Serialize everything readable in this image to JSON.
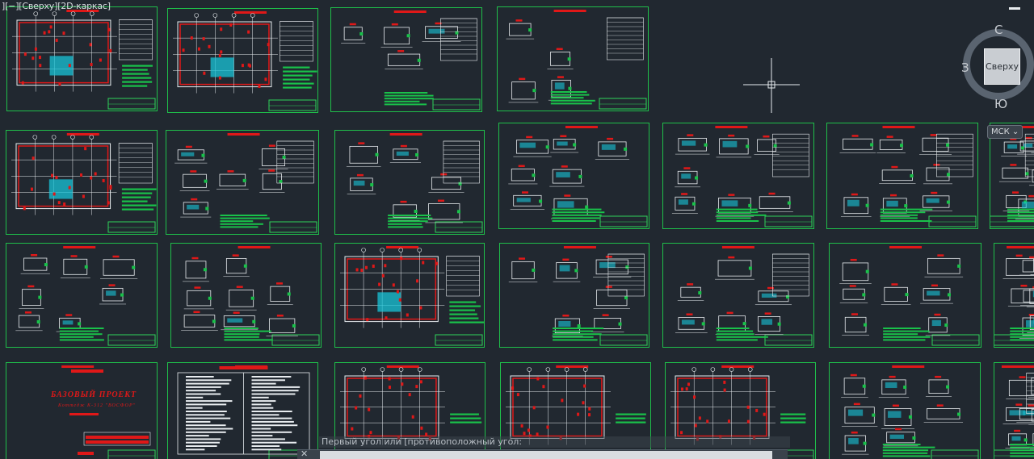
{
  "viewport": {
    "label": "][−][Сверху][2D-каркас]"
  },
  "navcube": {
    "face": "Сверху",
    "north": "С",
    "south": "Ю",
    "west": "З"
  },
  "wcs": {
    "label": "МСК",
    "caret": "⌄"
  },
  "command": {
    "prompt": "Первый угол или [противоположный угол:",
    "close_glyph": "✕"
  },
  "cover_sheet": {
    "title": "БАЗОВЫЙ ПРОЕКТ",
    "subtitle": "Коттедж К-312 \"ВОСФОР\""
  },
  "colors": {
    "background": "#212830",
    "frame": "#1fbf4a",
    "accent_red": "#e01818",
    "line_white": "#e8ecef",
    "text_green": "#19c24a"
  },
  "sheets": [
    {
      "name": "plan-floor-1",
      "kind": "plan"
    },
    {
      "name": "plan-floor-2",
      "kind": "plan"
    },
    {
      "name": "details-grid",
      "kind": "details"
    },
    {
      "name": "node-details",
      "kind": "details"
    },
    {
      "name": "plan-foundation",
      "kind": "plan"
    },
    {
      "name": "sections-a",
      "kind": "details"
    },
    {
      "name": "sections-b",
      "kind": "details"
    },
    {
      "name": "sections-c",
      "kind": "details"
    },
    {
      "name": "sections-d",
      "kind": "details"
    },
    {
      "name": "sections-e",
      "kind": "details"
    },
    {
      "name": "sections-f",
      "kind": "details"
    },
    {
      "name": "column-details-a",
      "kind": "details"
    },
    {
      "name": "column-details-b",
      "kind": "details"
    },
    {
      "name": "plan-roof",
      "kind": "plan"
    },
    {
      "name": "sections-g",
      "kind": "details"
    },
    {
      "name": "sections-h",
      "kind": "details"
    },
    {
      "name": "sections-i",
      "kind": "details"
    },
    {
      "name": "sections-j",
      "kind": "details"
    },
    {
      "name": "cover",
      "kind": "cover"
    },
    {
      "name": "index-table",
      "kind": "table"
    },
    {
      "name": "grid-plan-a",
      "kind": "grid"
    },
    {
      "name": "grid-plan-b",
      "kind": "grid"
    },
    {
      "name": "grid-plan-c",
      "kind": "grid"
    },
    {
      "name": "column-details-c",
      "kind": "details"
    },
    {
      "name": "column-details-d",
      "kind": "details"
    }
  ]
}
